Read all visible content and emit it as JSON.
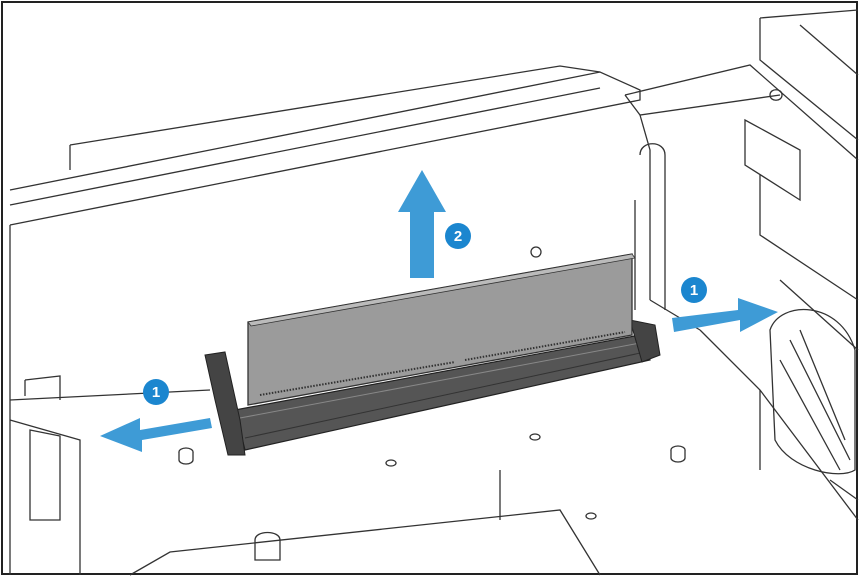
{
  "colors": {
    "arrow": "#3E9BD6",
    "badge": "#1B86CF",
    "line": "#333333",
    "module": "#9B9B9B",
    "slot": "#555555"
  },
  "steps": [
    {
      "label": "1",
      "icon": "arrow-left-icon"
    },
    {
      "label": "1",
      "icon": "arrow-right-icon"
    },
    {
      "label": "2",
      "icon": "arrow-up-icon"
    }
  ]
}
